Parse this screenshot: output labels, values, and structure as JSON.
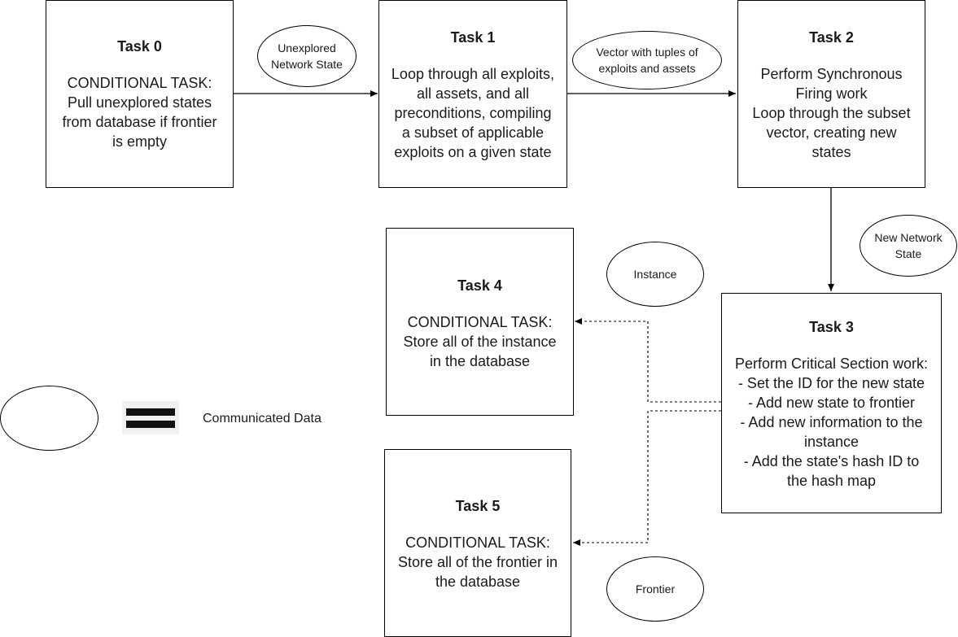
{
  "tasks": {
    "t0": {
      "title": "Task 0",
      "body": "CONDITIONAL TASK:\nPull unexplored states\nfrom database if frontier\nis empty"
    },
    "t1": {
      "title": "Task 1",
      "body": "Loop through all exploits,\nall assets, and all\npreconditions, compiling\na subset of applicable\nexploits on a given state"
    },
    "t2": {
      "title": "Task 2",
      "body": "Perform Synchronous\nFiring work\nLoop through the subset\nvector, creating new\nstates"
    },
    "t3": {
      "title": "Task 3",
      "body": "Perform Critical Section work:\n- Set the ID for the new state\n- Add new state to frontier\n- Add new information to the\ninstance\n- Add the state's hash ID to\nthe hash map"
    },
    "t4": {
      "title": "Task 4",
      "body": "CONDITIONAL TASK:\nStore all of the instance\nin the database"
    },
    "t5": {
      "title": "Task 5",
      "body": "CONDITIONAL TASK:\nStore all of the frontier in\nthe database"
    }
  },
  "data_labels": {
    "unexplored": "Unexplored\nNetwork State",
    "vector": "Vector with tuples of\nexploits and assets",
    "new_state": "New Network\nState",
    "instance": "Instance",
    "frontier": "Frontier"
  },
  "legend": {
    "label": "Communicated Data",
    "icon": "equals-icon"
  }
}
